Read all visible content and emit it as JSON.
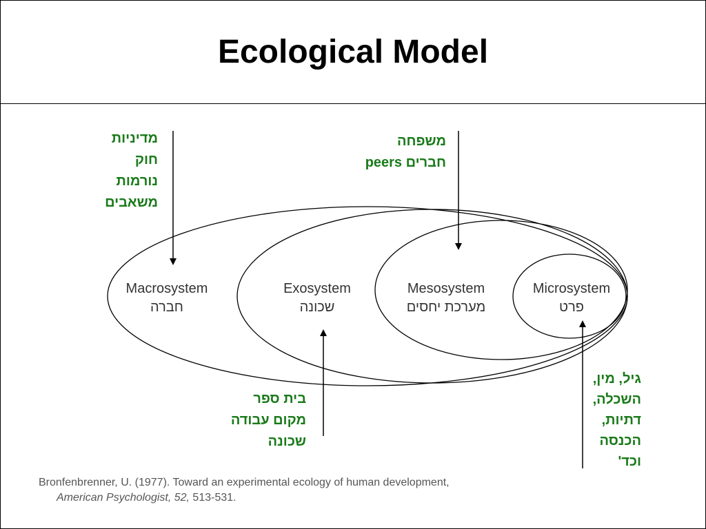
{
  "title": "Ecological Model",
  "systems": [
    {
      "name": "Macrosystem",
      "hebrew": "חברה"
    },
    {
      "name": "Exosystem",
      "hebrew": "שכונה"
    },
    {
      "name": "Mesosystem",
      "hebrew": "מערכת יחסים"
    },
    {
      "name": "Microsystem",
      "hebrew": "פרט"
    }
  ],
  "notes": {
    "macro": [
      "מדיניות",
      "חוק",
      "נורמות",
      "משאבים"
    ],
    "meso": [
      "משפחה",
      "חברים peers"
    ],
    "exo": [
      "בית ספר",
      "מקום עבודה",
      "שכונה"
    ],
    "micro": [
      "גיל, מין,",
      "השכלה,",
      "דתיות,",
      "הכנסה",
      "וכד'"
    ]
  },
  "citation": {
    "line1": "Bronfenbrenner, U. (1977). Toward an experimental ecology of human development,",
    "journal": "American Psychologist, 52,",
    "pages": " 513-531."
  },
  "colors": {
    "note_text": "#1a7a1a",
    "label_text": "#333333",
    "lines": "#000000"
  }
}
